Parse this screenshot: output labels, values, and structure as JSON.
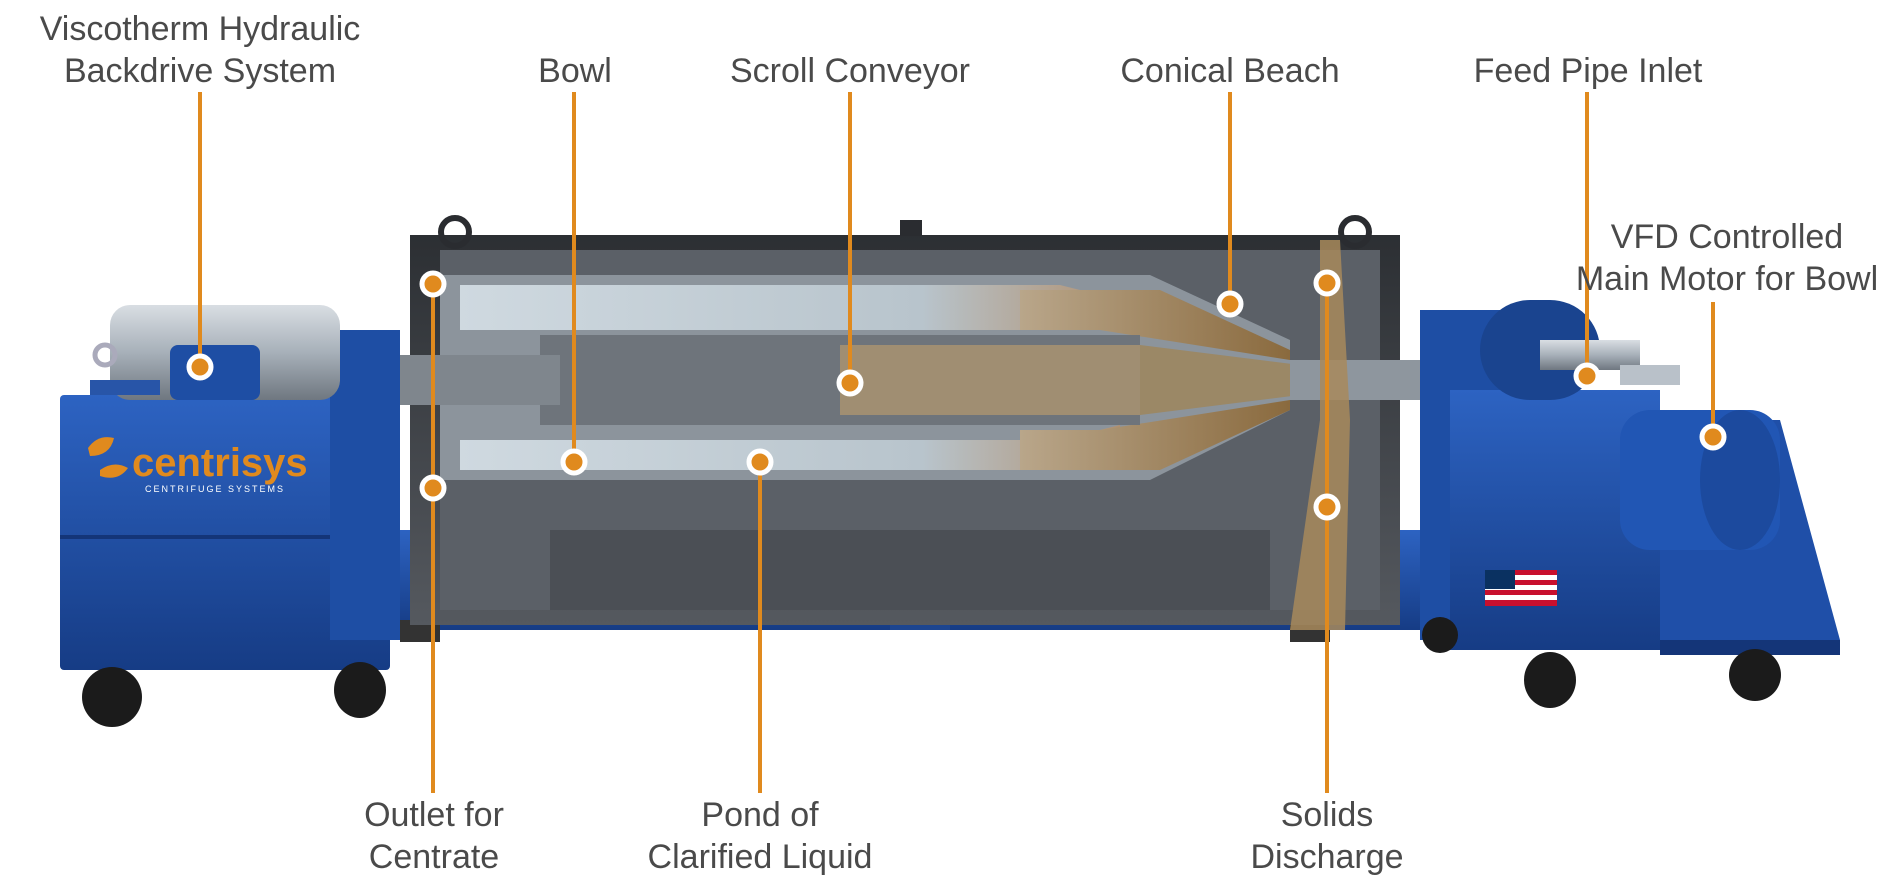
{
  "colors": {
    "accent": "#e08a1e",
    "label_text": "#4a4a4a",
    "machine_blue": "#1f4fa8",
    "machine_blue_dark": "#163c85",
    "housing_dark": "#3a3d42",
    "steel": "#9aa3ad",
    "solids": "#9a7a4e",
    "liquid": "#c9d4dc"
  },
  "labels": {
    "backdrive": {
      "line1": "Viscotherm Hydraulic",
      "line2": "Backdrive System"
    },
    "bowl": {
      "line1": "Bowl"
    },
    "scroll": {
      "line1": "Scroll Conveyor"
    },
    "beach": {
      "line1": "Conical Beach"
    },
    "feed": {
      "line1": "Feed Pipe Inlet"
    },
    "motor": {
      "line1": "VFD Controlled",
      "line2": "Main Motor for Bowl"
    },
    "outlet": {
      "line1": "Outlet for",
      "line2": "Centrate"
    },
    "pond": {
      "line1": "Pond of",
      "line2": "Clarified Liquid"
    },
    "solids": {
      "line1": "Solids",
      "line2": "Discharge"
    }
  },
  "logo": {
    "name": "centrisys",
    "tagline": "CENTRIFUGE SYSTEMS",
    "icon": "centrisys-leaf-logo-icon"
  },
  "flag": {
    "icon": "us-flag-icon"
  }
}
